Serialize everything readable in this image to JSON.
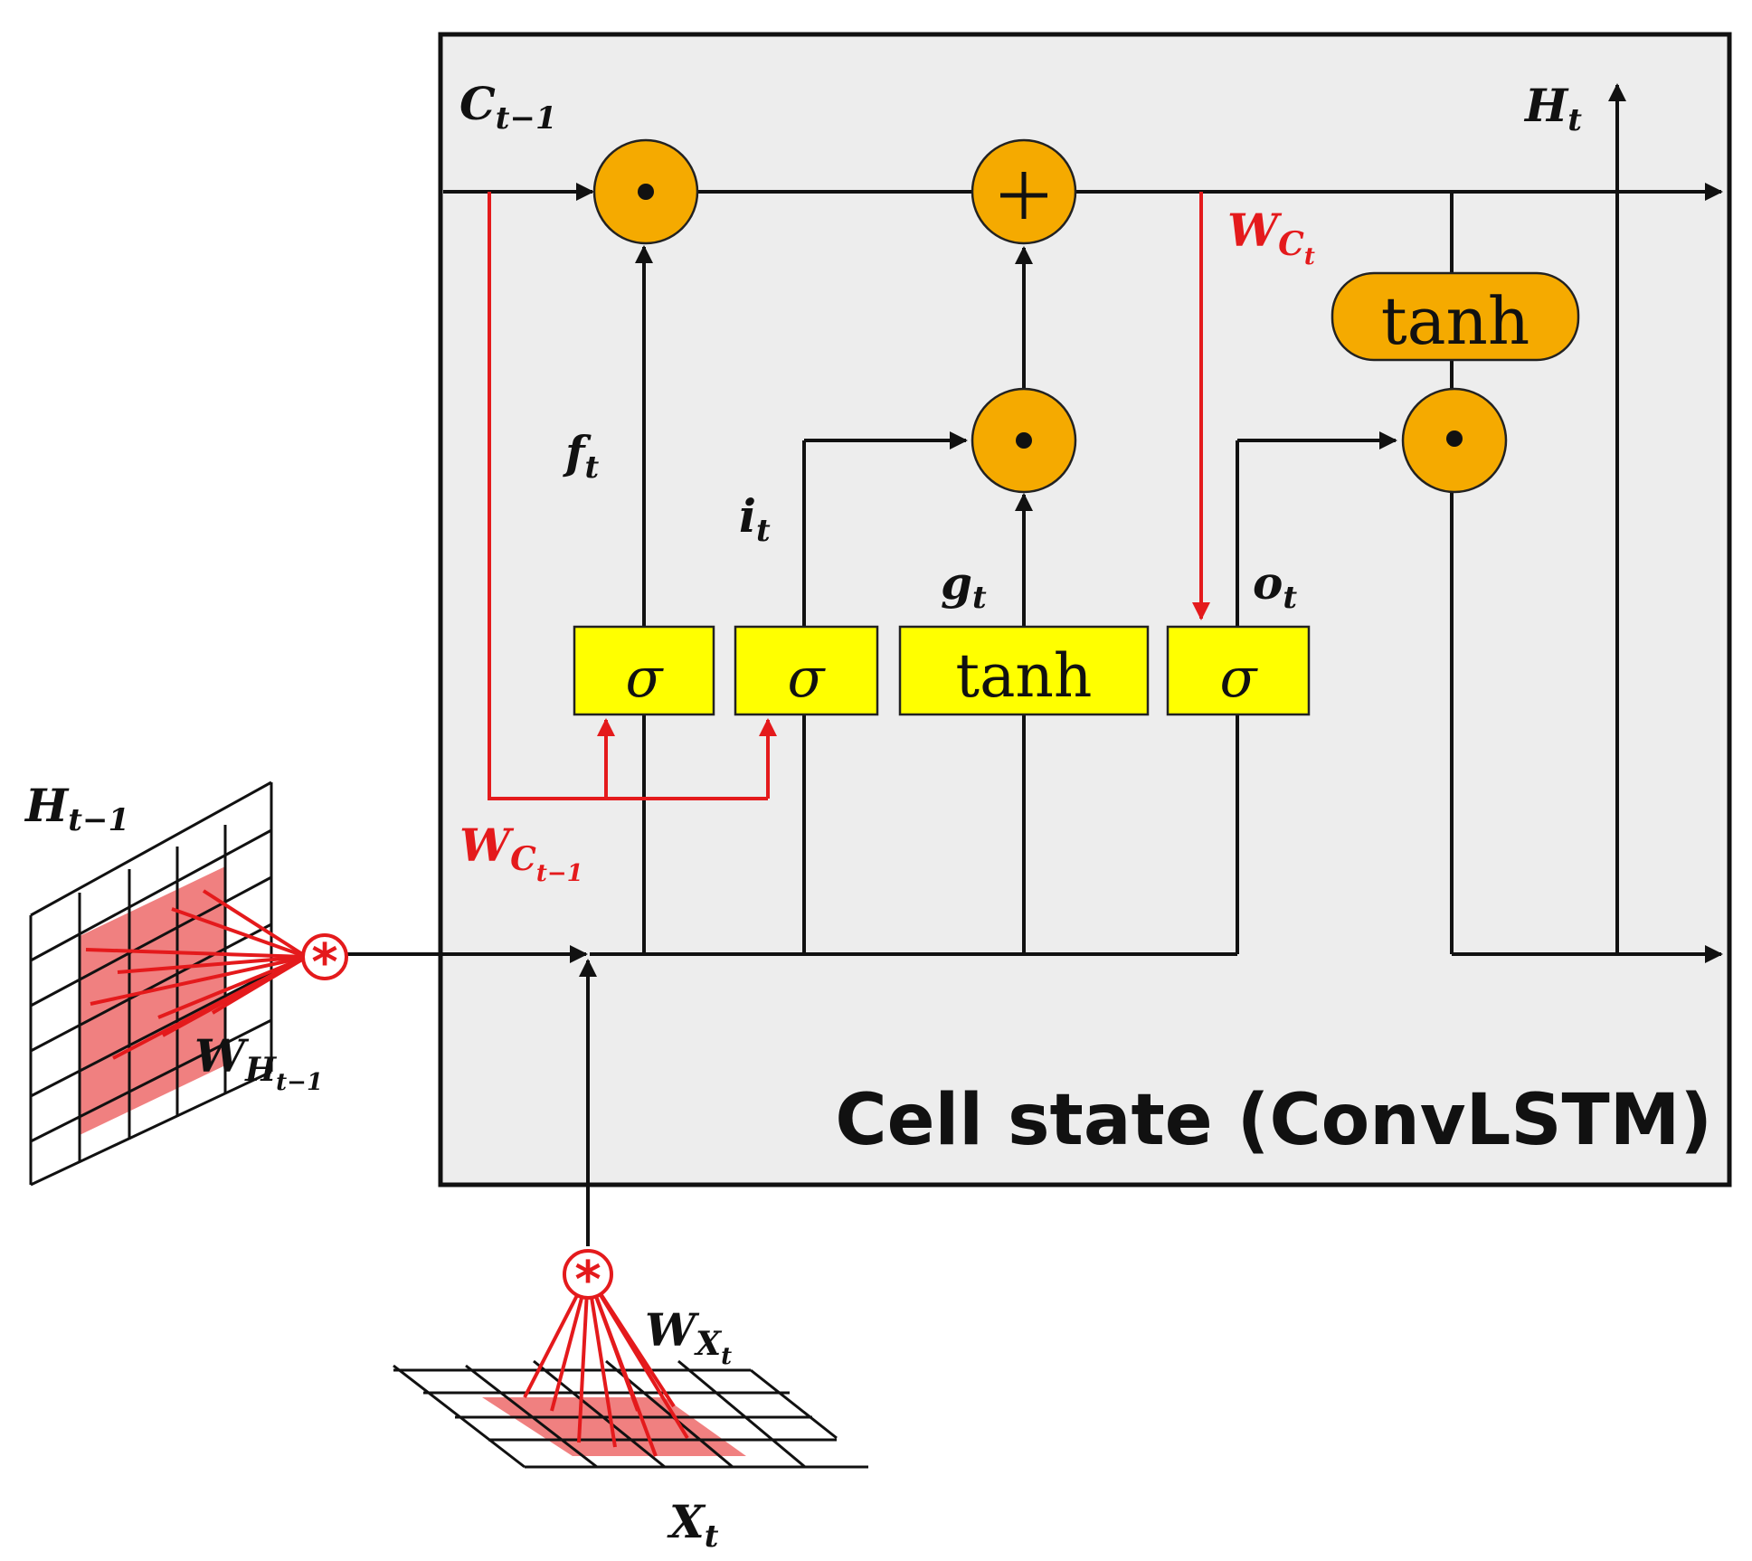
{
  "diagram": {
    "title": "Cell state (ConvLSTM)",
    "colors": {
      "panel_bg": "#ededed",
      "gate_fill": "#ffff00",
      "operator_fill": "#f5aa00",
      "weight_color": "#e41a1c",
      "line_color": "#111111"
    },
    "labels": {
      "c_prev": {
        "base": "C",
        "sub": "t−1"
      },
      "h_out": {
        "base": "H",
        "sub": "t"
      },
      "f_t": {
        "base": "f",
        "sub": "t"
      },
      "i_t": {
        "base": "i",
        "sub": "t"
      },
      "g_t": {
        "base": "g",
        "sub": "t"
      },
      "o_t": {
        "base": "o",
        "sub": "t"
      },
      "h_prev": {
        "base": "H",
        "sub": "t−1"
      },
      "x_t": {
        "base": "X",
        "sub": "t"
      },
      "w_ct": {
        "base": "W",
        "sub": "C",
        "subsub": "t"
      },
      "w_cprev": {
        "base": "W",
        "sub": "C",
        "subsub": "t−1"
      },
      "w_hprev": {
        "base": "W",
        "sub": "H",
        "subsub": "t−1"
      },
      "w_xt": {
        "base": "W",
        "sub": "X",
        "subsub": "t"
      }
    },
    "gates": {
      "forget": "σ",
      "input": "σ",
      "candidate": "tanh",
      "output": "σ",
      "cell_activation": "tanh"
    },
    "operators": {
      "multiply": "•",
      "add": "+",
      "convolution": "*"
    }
  }
}
